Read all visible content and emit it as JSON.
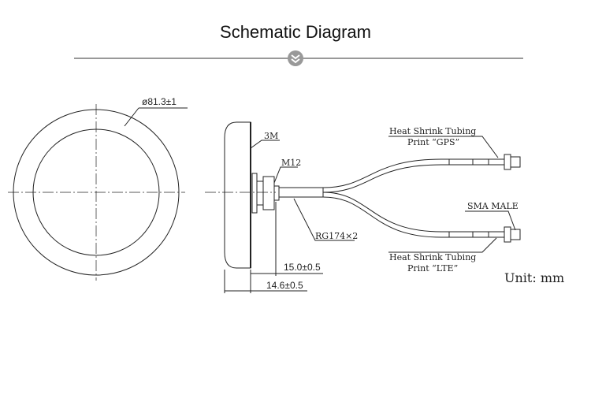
{
  "title": "Schematic Diagram",
  "labels": {
    "diameter": "ø81.3±1",
    "adhesive": "3M",
    "thread": "M12",
    "cable": "RG174×2",
    "dim_15": "15.0±0.5",
    "dim_146": "14.6±0.5",
    "gps_line1": "Heat Shrink Tubing",
    "gps_line2": "Print “GPS”",
    "connector": "SMA MALE",
    "lte_line1": "Heat Shrink Tubing",
    "lte_line2": "Print “LTE”",
    "unit": "Unit:  mm"
  }
}
